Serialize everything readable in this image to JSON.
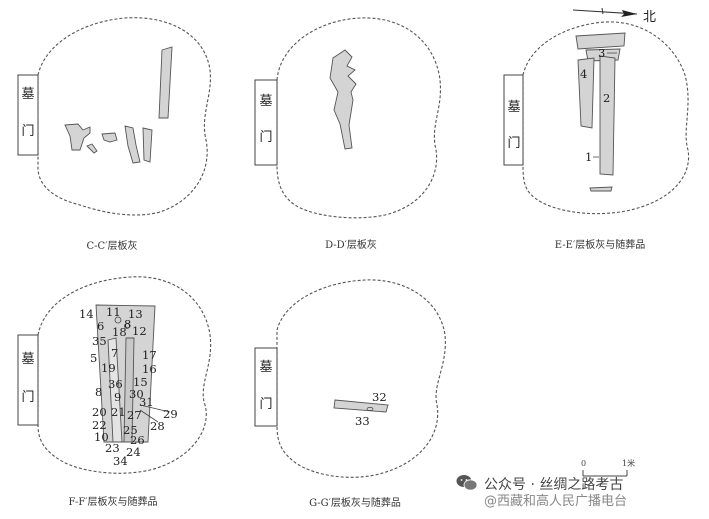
{
  "panels": {
    "cc": {
      "caption": "C-C′层板灰",
      "door_top": "墓",
      "door_bottom": "门"
    },
    "dd": {
      "caption": "D-D′层板灰",
      "door_top": "墓",
      "door_bottom": "门"
    },
    "ee": {
      "caption": "E-E′层板灰与随葬品",
      "door_top": "墓",
      "door_bottom": "门",
      "labels": [
        "3",
        "4",
        "2",
        "1"
      ]
    },
    "ff": {
      "caption": "F-F′层板灰与随葬品",
      "door_top": "墓",
      "door_bottom": "门",
      "labels": [
        "14",
        "11",
        "13",
        "6",
        "8",
        "18",
        "12",
        "35",
        "7",
        "17",
        "5",
        "16",
        "19",
        "15",
        "36",
        "8",
        "9",
        "30",
        "31",
        "20",
        "21",
        "27",
        "29",
        "22",
        "25",
        "28",
        "10",
        "26",
        "23",
        "24",
        "34"
      ]
    },
    "gg": {
      "caption": "G-G′层板灰与随葬品",
      "door_top": "墓",
      "door_bottom": "门",
      "labels": [
        "32",
        "33"
      ]
    }
  },
  "compass": {
    "label": "北"
  },
  "scale": {
    "zero": "0",
    "unit": "1米"
  },
  "watermark": {
    "line1": "公众号 · 丝绸之路考古",
    "line2": "@西藏和高人民广播电台"
  },
  "colors": {
    "remains_fill": "#d4d4d4",
    "outline": "#555555"
  }
}
